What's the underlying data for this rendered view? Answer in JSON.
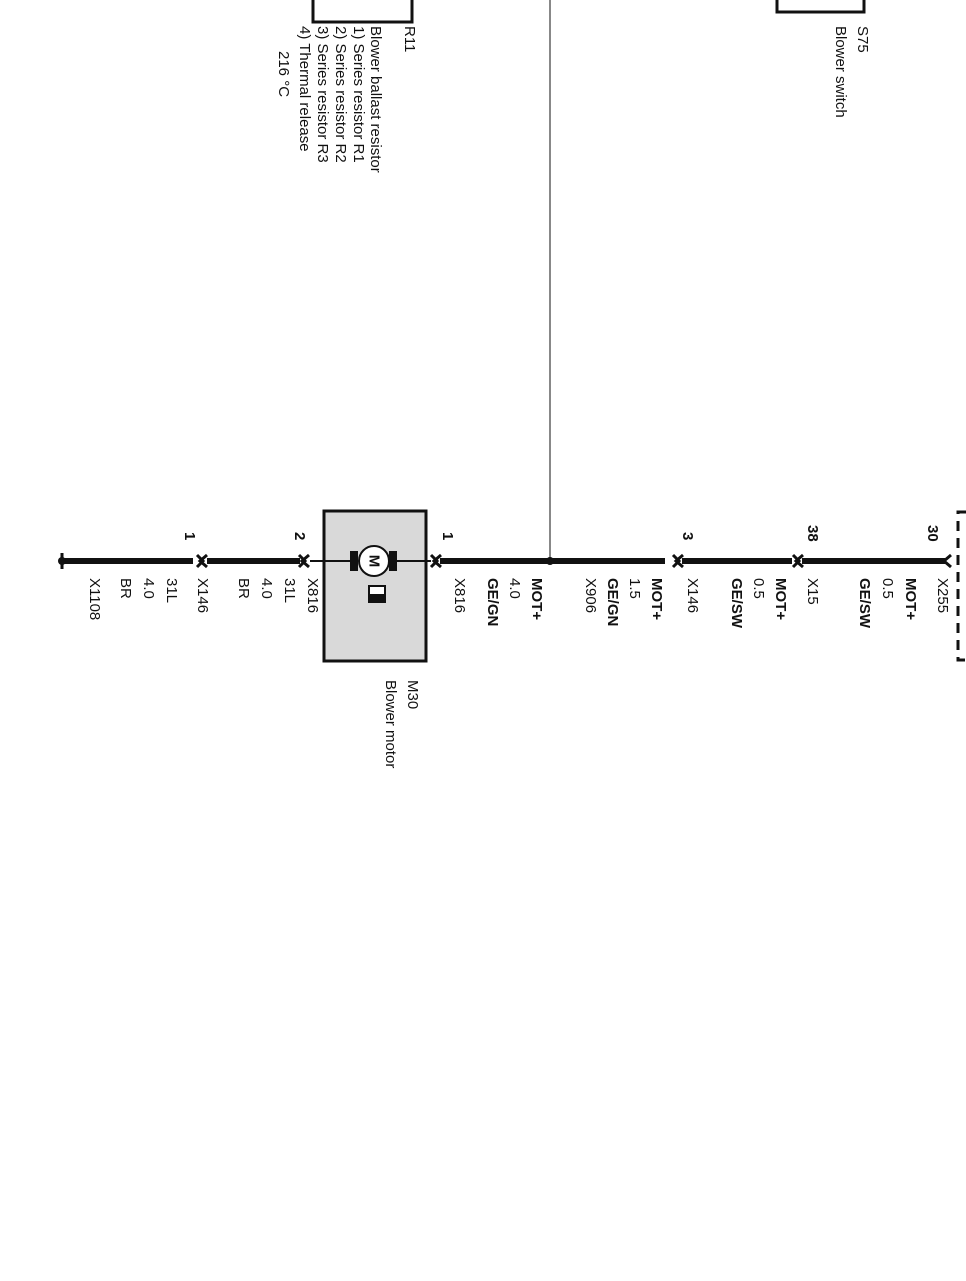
{
  "components": {
    "r11": {
      "id": "R11",
      "title": "Blower ballast resistor",
      "lines": [
        "1) Series resistor R1",
        "2) Series  resistor R2",
        "3) Series resistor R3",
        "4) Thermal release",
        "216 °C"
      ]
    },
    "s75": {
      "id": "S75",
      "title": "Blower switch"
    },
    "m30": {
      "id": "M30",
      "title": "Blower motor",
      "symbol": "M"
    }
  },
  "wires": {
    "x255": {
      "pin": "30",
      "lines": [
        "X255",
        "MOT+",
        "0.5",
        "GE/SW"
      ]
    },
    "x15": {
      "pin": "38",
      "lines": [
        "X15",
        "GE/SW"
      ]
    },
    "x146a": {
      "pin": "3",
      "lines": [
        "X146",
        "MOT+",
        "0.5",
        "GE/SW"
      ]
    },
    "x906": {
      "lines": [
        "X906",
        "GE/GN",
        "1.5",
        "MOT+"
      ]
    },
    "x816a": {
      "pin": "1",
      "lines": [
        "X816",
        "GE/GN",
        "4.0",
        "MOT+"
      ]
    },
    "x816b": {
      "pin": "2",
      "lines": [
        "X816",
        "31L",
        "4.0",
        "BR"
      ]
    },
    "x146b": {
      "pin": "1",
      "lines": [
        "X146",
        "31L",
        "4.0",
        "BR"
      ]
    },
    "x1108": {
      "lines": [
        "X1108"
      ]
    }
  },
  "colors": {
    "wire": "#111111",
    "component_fill": "#d9d9d9",
    "tap_line": "#888888"
  }
}
